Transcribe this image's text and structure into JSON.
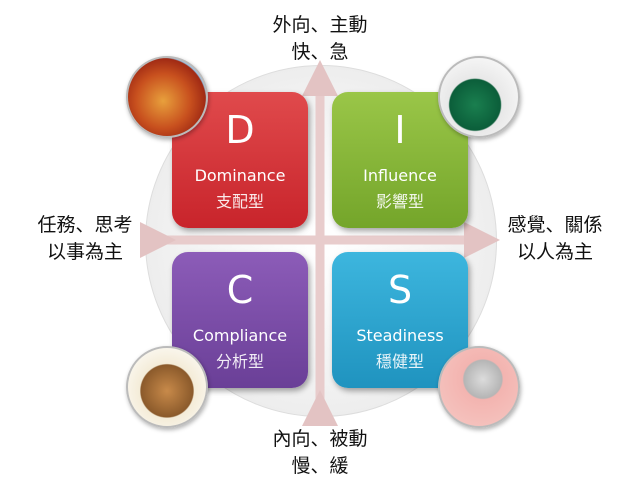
{
  "axes": {
    "top": [
      "外向、主動",
      "快、急"
    ],
    "bottom": [
      "內向、被動",
      "慢、緩"
    ],
    "left": [
      "任務、思考",
      "以事為主"
    ],
    "right": [
      "感覺、關係",
      "以人為主"
    ]
  },
  "quadrants": {
    "D": {
      "letter": "D",
      "name": "Dominance",
      "zh": "支配型",
      "color": "#d3353a"
    },
    "I": {
      "letter": "I",
      "name": "Influence",
      "zh": "影響型",
      "color": "#86b53a"
    },
    "C": {
      "letter": "C",
      "name": "Compliance",
      "zh": "分析型",
      "color": "#7b4ea6"
    },
    "S": {
      "letter": "S",
      "name": "Steadiness",
      "zh": "穩健型",
      "color": "#2fa7cf"
    }
  },
  "colors": {
    "arrow": "#e8cccc"
  }
}
